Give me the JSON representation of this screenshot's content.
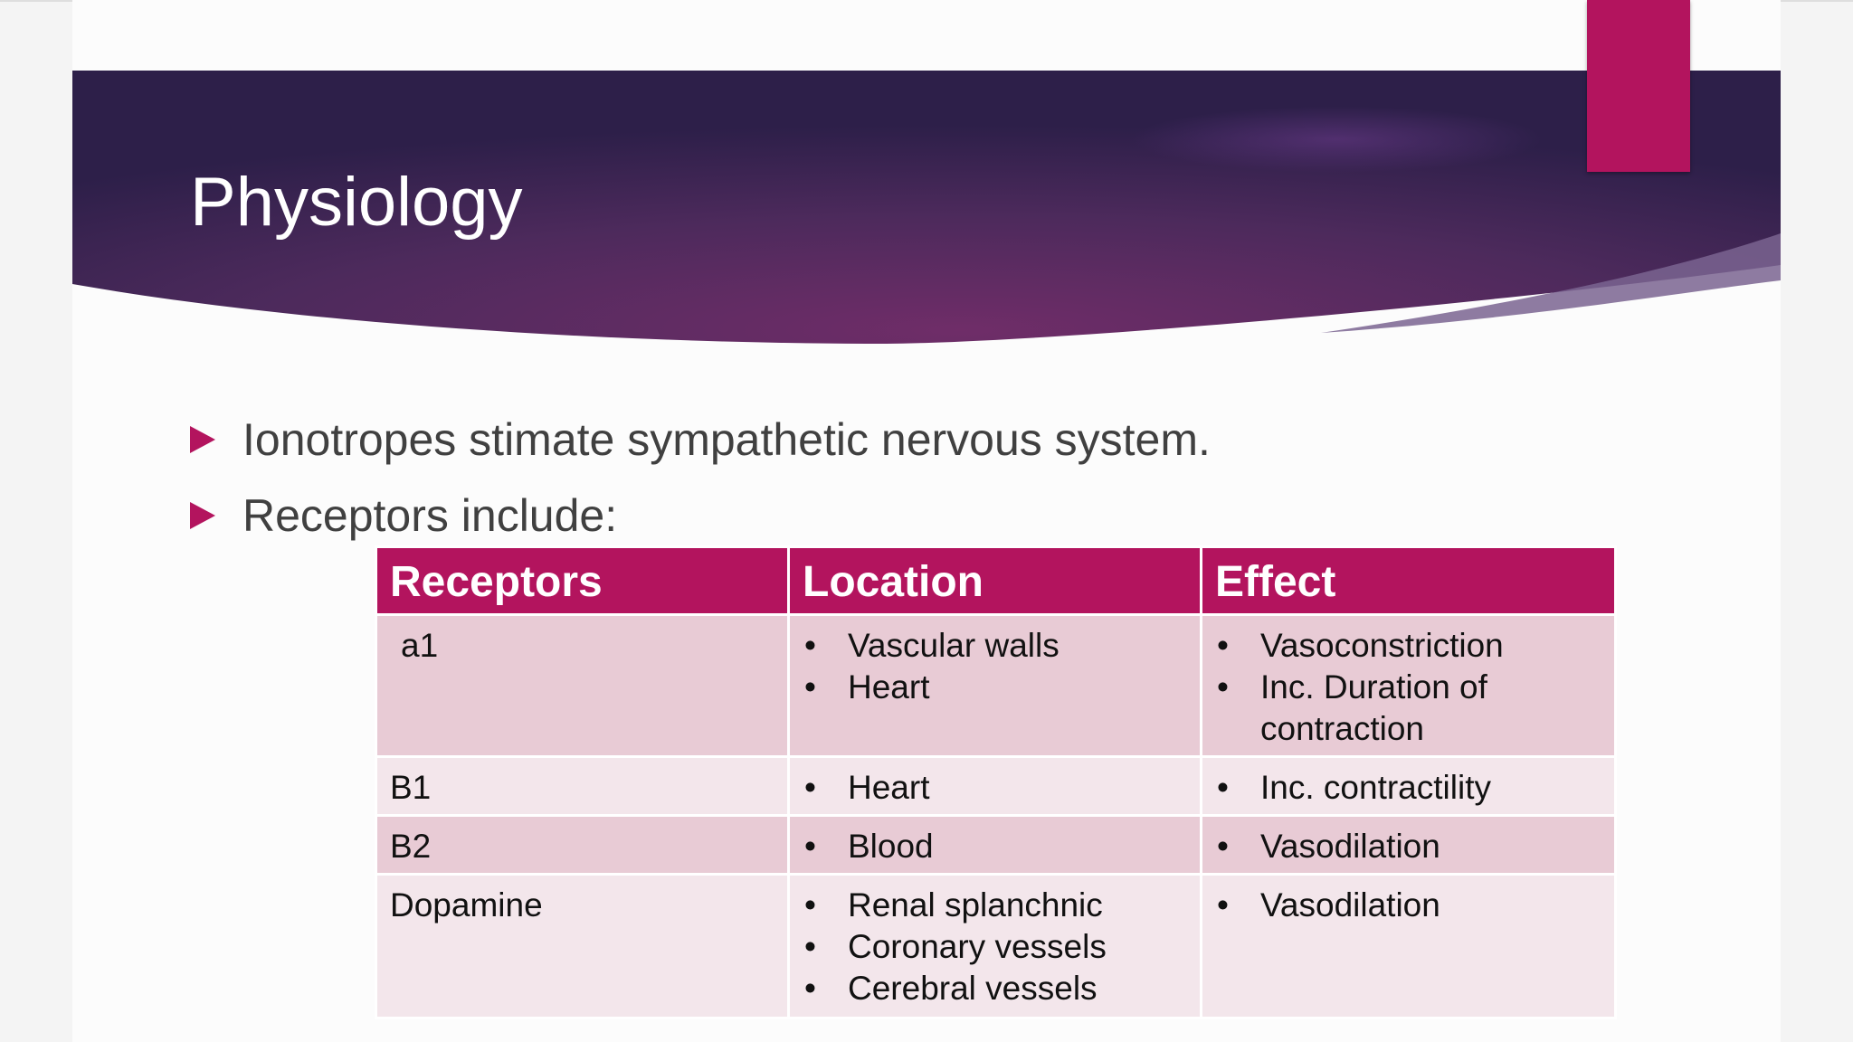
{
  "slide": {
    "title": "Physiology",
    "bullets": [
      "Ionotropes stimate sympathetic nervous system.",
      "Receptors include:"
    ]
  },
  "table": {
    "headers": [
      "Receptors",
      "Location",
      "Effect"
    ],
    "rows": [
      {
        "receptor": "a1",
        "location": [
          "Vascular walls",
          "Heart"
        ],
        "effect": [
          "Vasoconstriction",
          "Inc. Duration of contraction"
        ]
      },
      {
        "receptor": "B1",
        "location": [
          "Heart"
        ],
        "effect": [
          "Inc. contractility"
        ]
      },
      {
        "receptor": "B2",
        "location": [
          "Blood"
        ],
        "effect": [
          "Vasodilation"
        ]
      },
      {
        "receptor": "Dopamine",
        "location": [
          "Renal splanchnic",
          "Coronary vessels",
          "Cerebral vessels"
        ],
        "effect": [
          "Vasodilation"
        ]
      }
    ]
  },
  "colors": {
    "accent": "#b3145e",
    "banner_dark": "#2f1f4c",
    "banner_mid": "#6a2a65",
    "row_dark": "#e8cbd5",
    "row_light": "#f3e6eb",
    "bullet_text": "#404040"
  }
}
